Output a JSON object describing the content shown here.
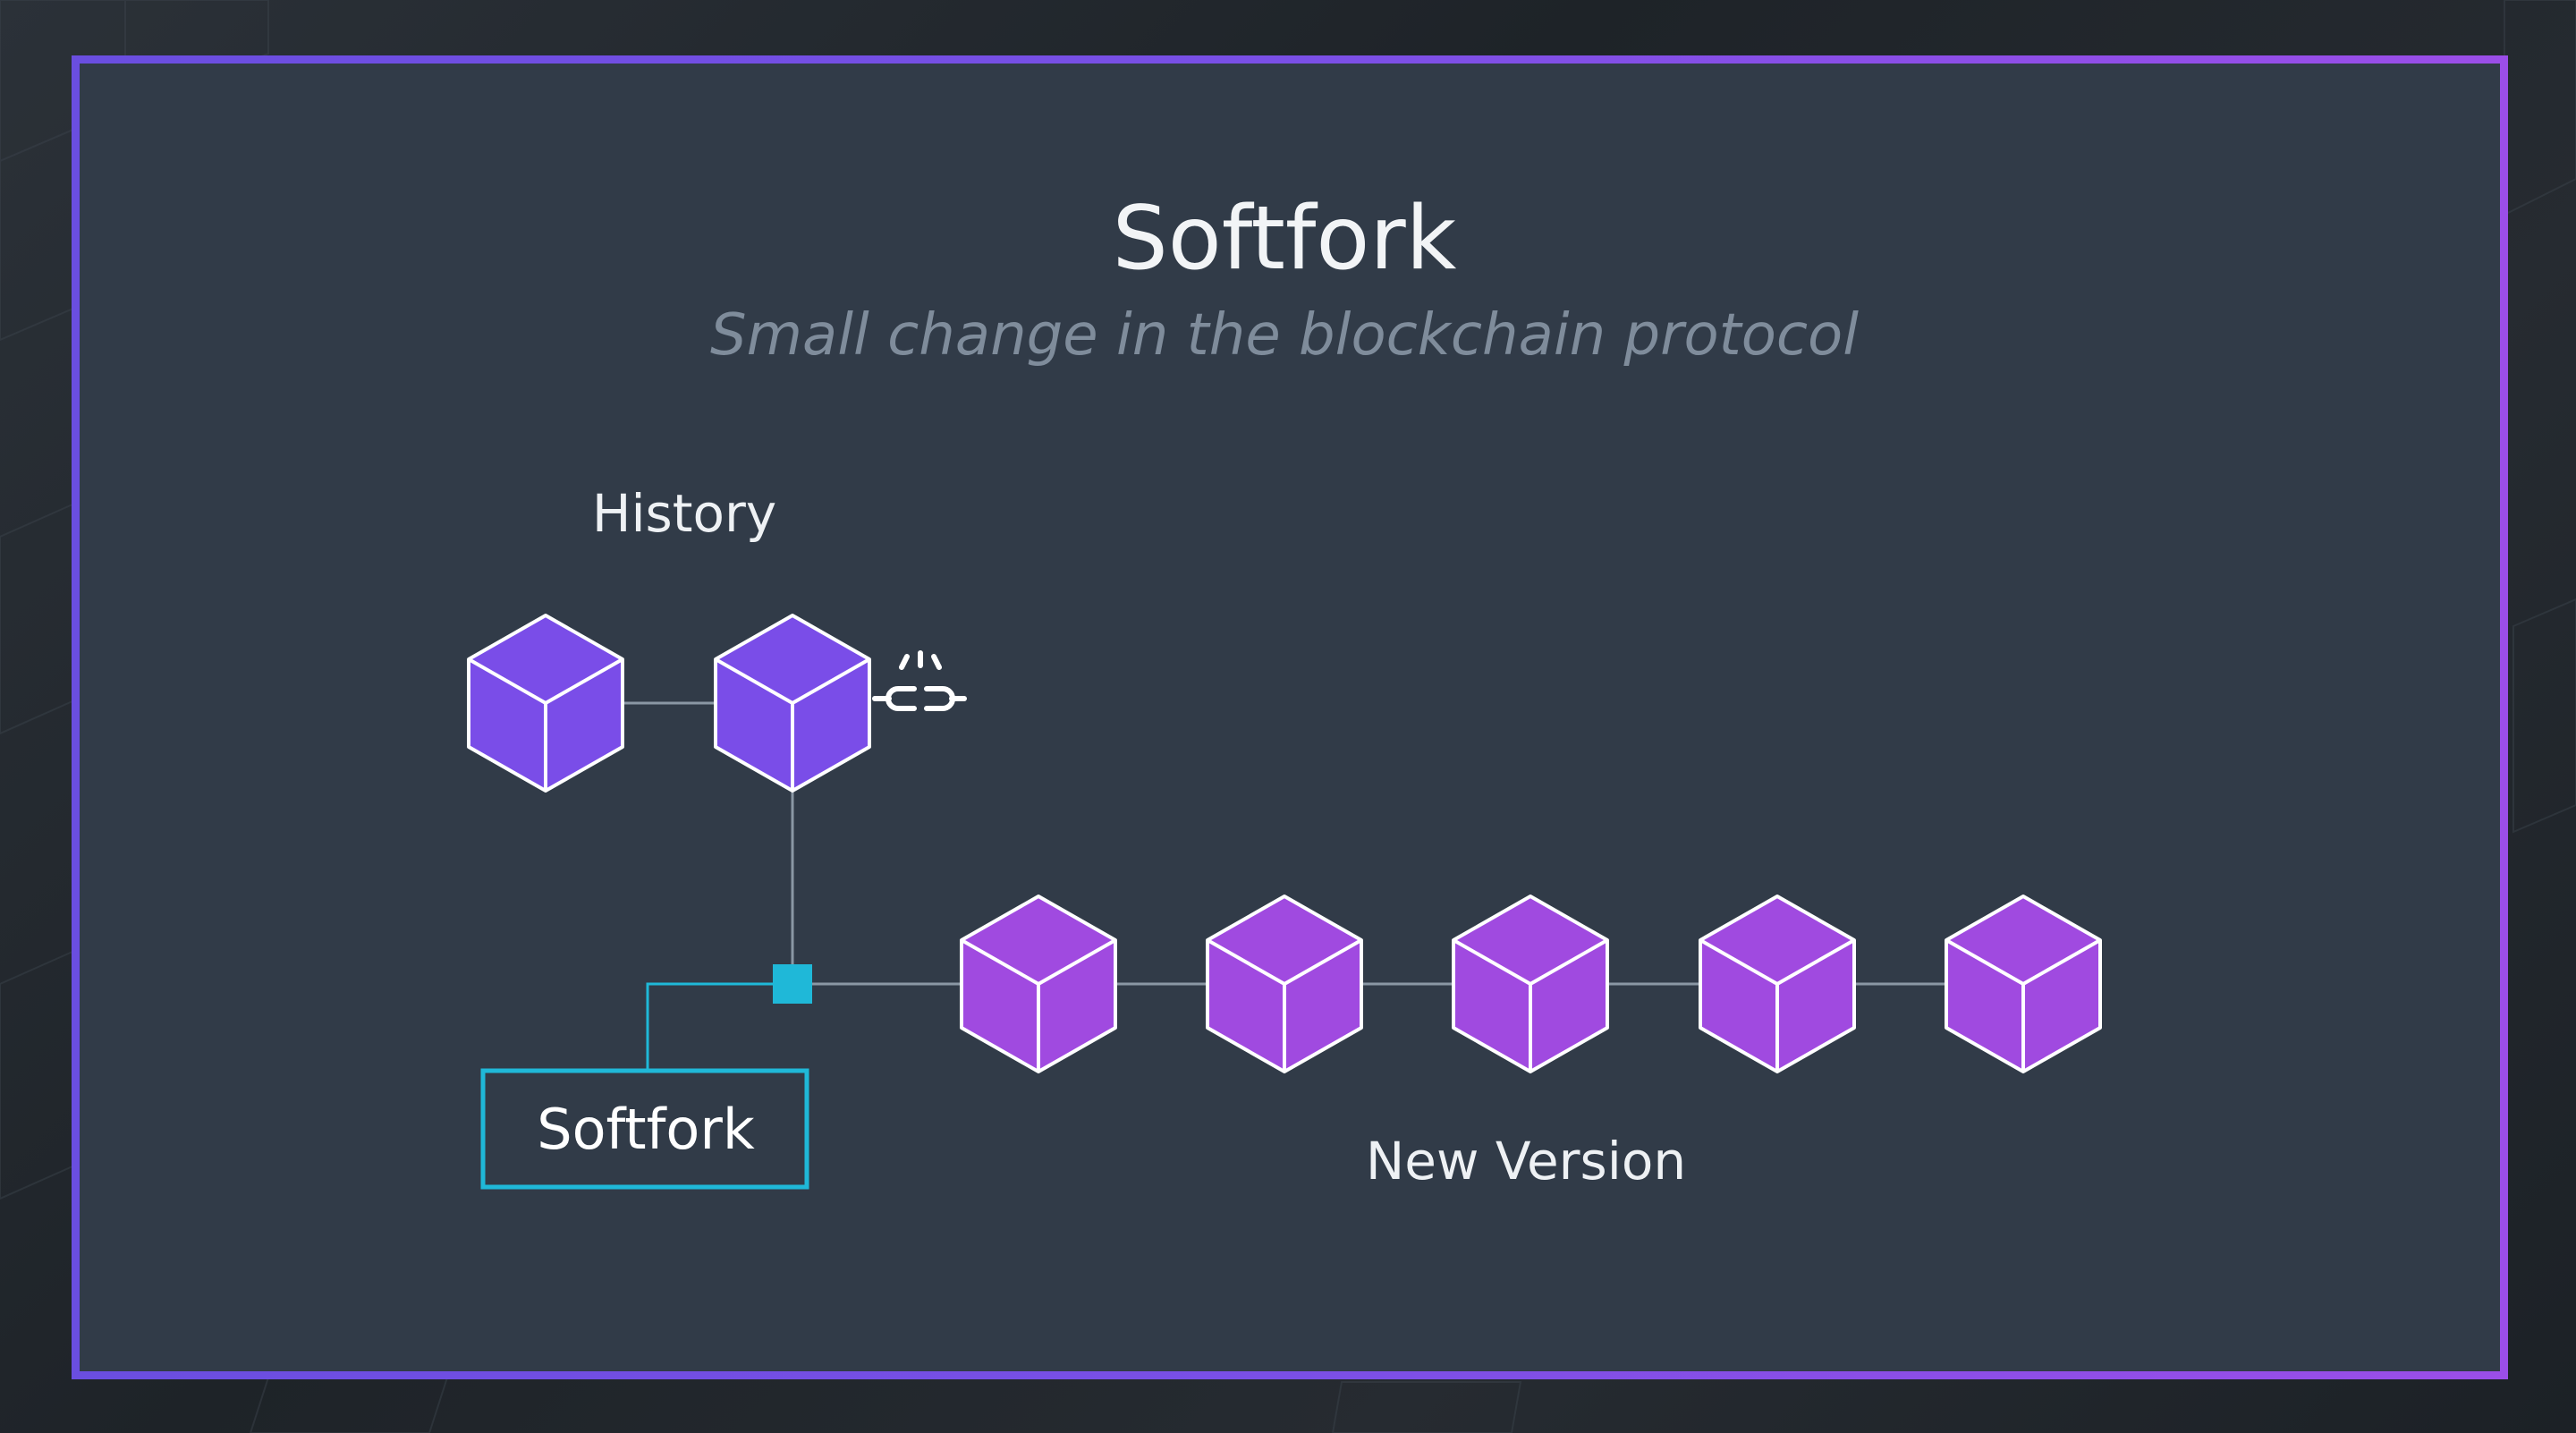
{
  "slide": {
    "title": "Softfork",
    "subtitle": "Small change in the blockchain protocol"
  },
  "diagram": {
    "history_label": "History",
    "new_version_label": "New Version",
    "softfork_box_label": "Softfork",
    "history_blocks": 2,
    "new_version_blocks": 5,
    "colors": {
      "frame_start": "#6a4ee0",
      "frame_end": "#9b4ee8",
      "panel": "#313b48",
      "history_block": "#7a4de8",
      "new_block": "#a04ae0",
      "block_edge": "#ffffff",
      "connector": "#8a97a4",
      "fork_accent": "#1fb8d8"
    },
    "icons": [
      "broken-link-icon"
    ]
  }
}
